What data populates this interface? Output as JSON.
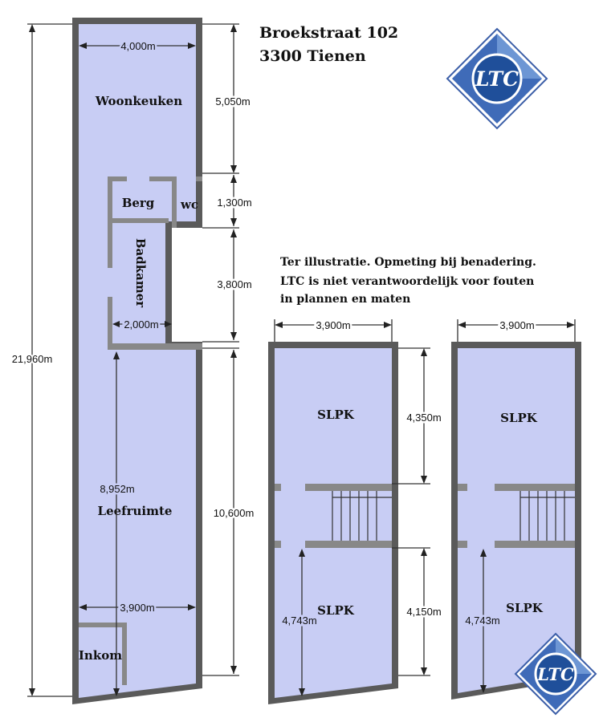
{
  "address": {
    "line1": "Broekstraat 102",
    "line2": "3300 Tienen"
  },
  "note": {
    "line1": "Ter illustratie. Opmeting bij benadering.",
    "line2": "LTC is niet verantwoordelijk voor fouten",
    "line3": "in plannen en maten"
  },
  "logo": {
    "text": "LTC",
    "color": "#1f4f9a"
  },
  "colors": {
    "room_fill": "#c8cdf4",
    "wall": "#5a5a5a"
  },
  "ground_floor": {
    "rooms": {
      "woonkeuken": "Woonkeuken",
      "berg": "Berg",
      "wc": "wc",
      "badkamer": "Badkamer",
      "leefruimte": "Leefruimte",
      "inkom": "Inkom"
    },
    "dimensions": {
      "total_depth": "21,960m",
      "kitchen_width": "4,000m",
      "kitchen_depth": "5,050m",
      "storage_depth": "1,300m",
      "bathroom_depth": "3,800m",
      "bathroom_width": "2,000m",
      "living_depth_inner": "8,952m",
      "living_depth": "10,600m",
      "living_width": "3,900m"
    }
  },
  "upper_floor_1": {
    "width": "3,900m",
    "room_top": "SLPK",
    "room_bottom": "SLPK",
    "top_depth": "4,350m",
    "bottom_depth": "4,150m",
    "inner_depth": "4,743m"
  },
  "upper_floor_2": {
    "width": "3,900m",
    "room_top": "SLPK",
    "room_bottom": "SLPK",
    "inner_depth": "4,743m"
  }
}
